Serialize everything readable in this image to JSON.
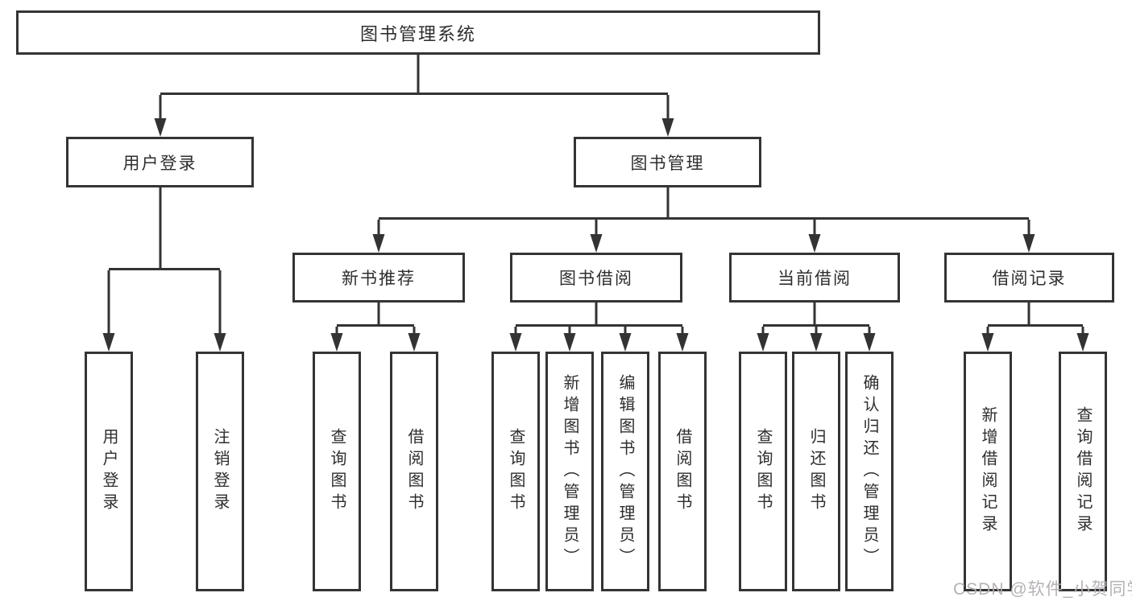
{
  "diagram": {
    "title_node": {
      "label": "图书管理系统"
    },
    "level2": [
      {
        "label": "用户登录"
      },
      {
        "label": "图书管理"
      }
    ],
    "level3": [
      {
        "label": "新书推荐"
      },
      {
        "label": "图书借阅"
      },
      {
        "label": "当前借阅"
      },
      {
        "label": "借阅记录"
      }
    ],
    "leaves": [
      {
        "label": "用户登录"
      },
      {
        "label": "注销登录"
      },
      {
        "label": "查询图书"
      },
      {
        "label": "借阅图书"
      },
      {
        "label": "查询图书"
      },
      {
        "label": "新增图书（管理员）"
      },
      {
        "label": "编辑图书（管理员）"
      },
      {
        "label": "借阅图书"
      },
      {
        "label": "查询图书"
      },
      {
        "label": "归还图书"
      },
      {
        "label": "确认归还（管理员）"
      },
      {
        "label": "新增借阅记录"
      },
      {
        "label": "查询借阅记录"
      }
    ]
  },
  "watermark": {
    "text": "CSDN @软件_小贺同学"
  },
  "colors": {
    "line": "#333333",
    "box_border": "#343434",
    "text": "#2e2e2e",
    "watermark": "#b2aeb2",
    "background": "#ffffff"
  }
}
